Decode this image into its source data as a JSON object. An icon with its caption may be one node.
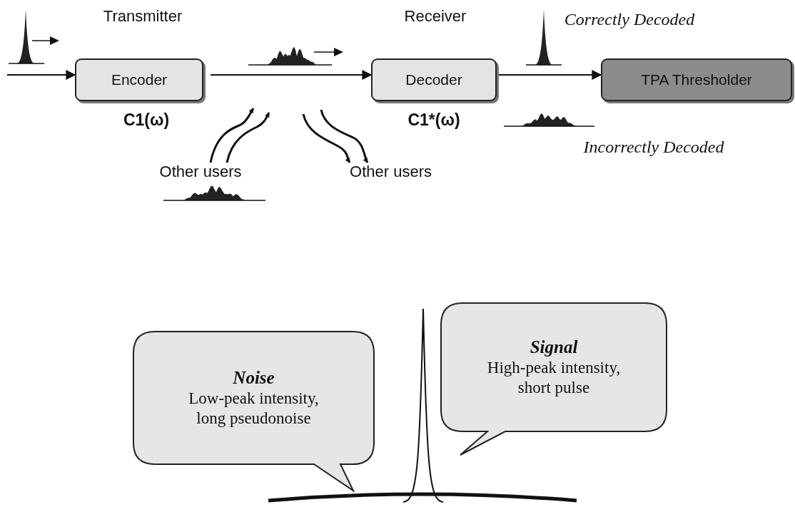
{
  "diagram": {
    "nodes": [
      {
        "text": [
          "Encoder"
        ],
        "beside": [
          "C1(ω)"
        ]
      },
      {
        "text": [
          "Decoder"
        ],
        "beside": [
          "C1*(ω)"
        ]
      },
      {
        "text": [
          "TPA Thresholder"
        ]
      },
      {
        "text": [
          "Noise",
          "Low-peak intensity, long pseudonoise"
        ]
      },
      {
        "text": [
          "Signal",
          "High-peak intensity, short pulse"
        ]
      },
      {
        "text": [
          "Other users"
        ]
      },
      {
        "text": [
          "Other users"
        ]
      }
    ],
    "edges": [
      {
        "from": null,
        "to": 0,
        "arrow": "to"
      },
      {
        "from": 0,
        "to": 1,
        "arrow": "to"
      },
      {
        "from": 1,
        "to": 2,
        "arrow": "to"
      },
      {
        "from": 5,
        "to": null,
        "arrow": "to"
      },
      {
        "from": 5,
        "to": null,
        "arrow": "to"
      },
      {
        "from": null,
        "to": 6,
        "arrow": "to"
      },
      {
        "from": null,
        "to": 6,
        "arrow": "to"
      }
    ],
    "labels": [
      "Transmitter",
      "Receiver",
      "Correctly Decoded",
      "Incorrectly Decoded"
    ]
  }
}
